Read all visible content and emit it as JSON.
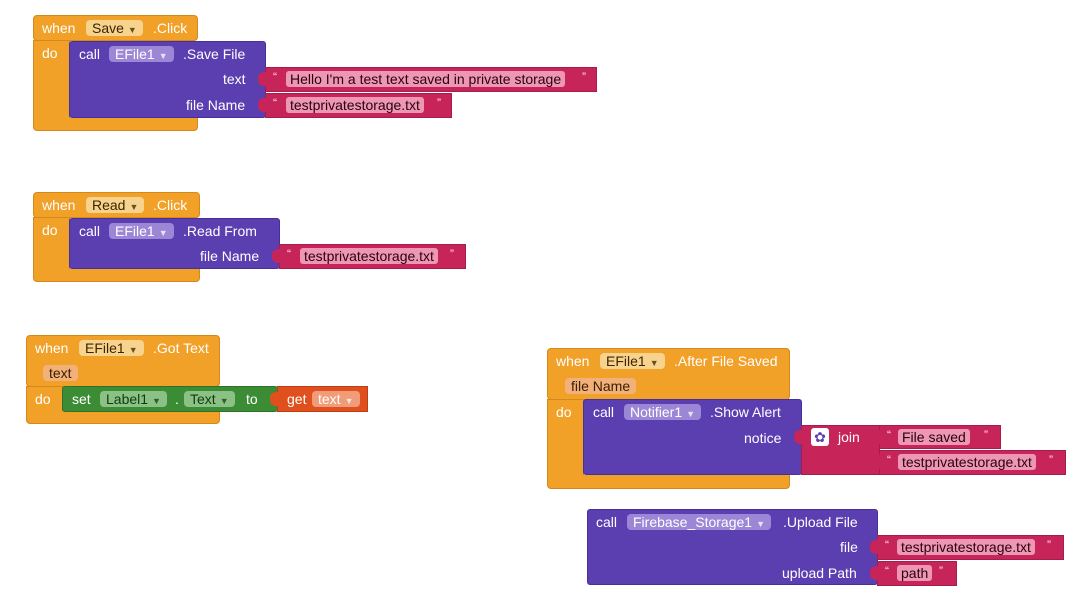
{
  "blocks": {
    "save_click": {
      "when": "when",
      "component": "Save",
      "event": ".Click",
      "do": "do",
      "call": {
        "call": "call",
        "component": "EFile1",
        "method": ".Save File",
        "params": [
          {
            "label": "text",
            "value": "Hello I'm a test text saved in private storage"
          },
          {
            "label": "file Name",
            "value": "testprivatestorage.txt"
          }
        ]
      }
    },
    "read_click": {
      "when": "when",
      "component": "Read",
      "event": ".Click",
      "do": "do",
      "call": {
        "call": "call",
        "component": "EFile1",
        "method": ".Read From",
        "params": [
          {
            "label": "file Name",
            "value": "testprivatestorage.txt"
          }
        ]
      }
    },
    "got_text": {
      "when": "when",
      "component": "EFile1",
      "event": ".Got Text",
      "param": "text",
      "do": "do",
      "set": {
        "set": "set",
        "component": "Label1",
        "dot": ".",
        "property": "Text",
        "to": "to"
      },
      "get": {
        "get": "get",
        "variable": "text"
      }
    },
    "after_file_saved": {
      "when": "when",
      "component": "EFile1",
      "event": ".After File Saved",
      "param": "file Name",
      "do": "do",
      "call": {
        "call": "call",
        "component": "Notifier1",
        "method": ".Show Alert",
        "param_label": "notice",
        "join": "join",
        "join_values": [
          "File saved",
          "testprivatestorage.txt"
        ]
      }
    },
    "upload_file": {
      "call": "call",
      "component": "Firebase_Storage1",
      "method": ".Upload File",
      "params": [
        {
          "label": "file",
          "value": "testprivatestorage.txt"
        },
        {
          "label": "upload Path",
          "value": "path"
        }
      ]
    }
  },
  "glyphs": {
    "open_quote": "“",
    "close_quote": "”",
    "dropdown": "▼",
    "gear": "✿"
  },
  "colors": {
    "event": "#f1a028",
    "procedure": "#5b3eb0",
    "text": "#c7245a",
    "setter": "#3c8c36",
    "getter": "#e0501e"
  }
}
